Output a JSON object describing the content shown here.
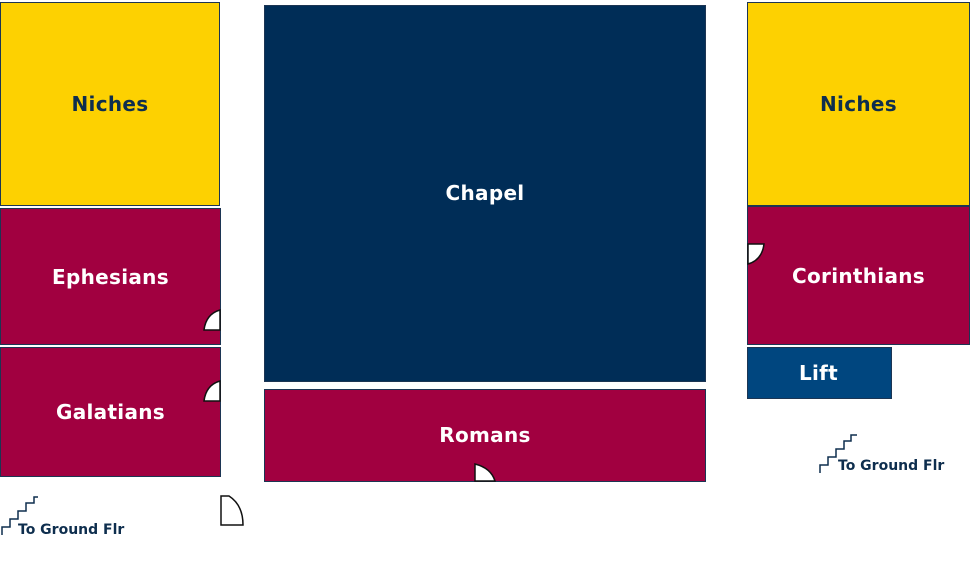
{
  "rooms": {
    "niches_left": "Niches",
    "ephesians": "Ephesians",
    "galatians": "Galatians",
    "chapel": "Chapel",
    "romans": "Romans",
    "niches_right": "Niches",
    "corinthians": "Corinthians",
    "lift": "Lift"
  },
  "stairs": {
    "left_label": "To Ground Flr",
    "right_label": "To Ground Flr"
  },
  "colors": {
    "gold": "#fdd101",
    "crimson": "#a10040",
    "navy": "#002d57",
    "blue": "#00467f",
    "text_dark": "#0e2e4e"
  }
}
